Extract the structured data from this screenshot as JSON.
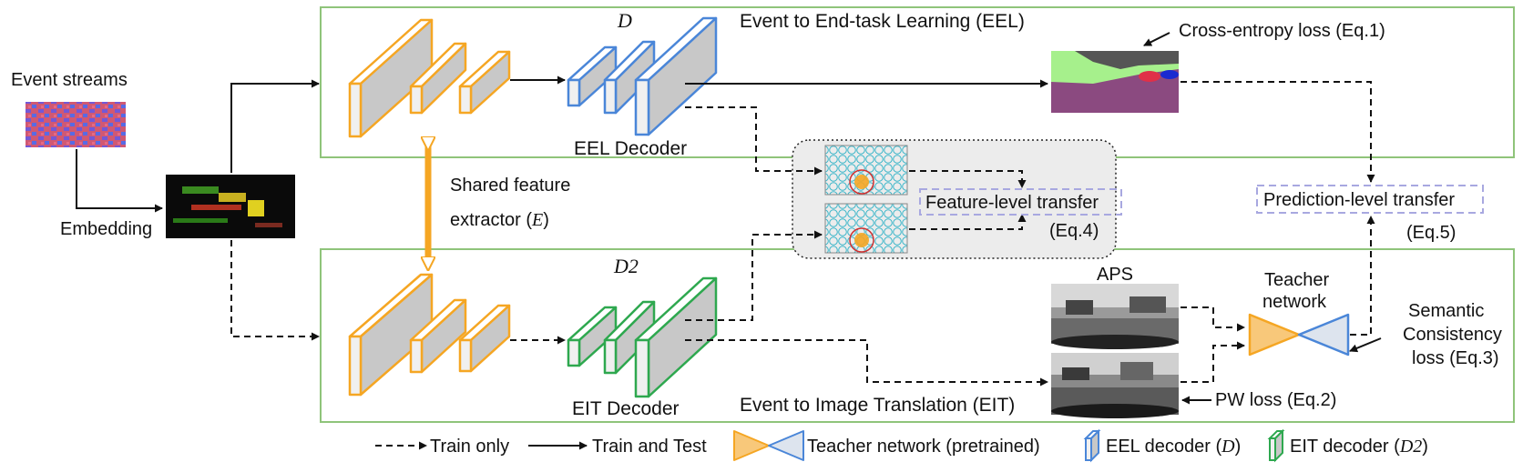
{
  "labels": {
    "event_streams": "Event streams",
    "embedding": "Embedding",
    "d_symbol": "D",
    "d2_symbol": "D2",
    "eel_title": "Event to End-task Learning (EEL)",
    "eel_decoder": "EEL Decoder",
    "cross_entropy": "Cross-entropy loss (Eq.1)",
    "shared_1": "Shared feature",
    "shared_2": "extractor (",
    "shared_E": "E",
    "shared_close": ")",
    "feature_transfer": "Feature-level transfer",
    "eq4": "(Eq.4)",
    "prediction_transfer": "Prediction-level transfer",
    "eq5": "(Eq.5)",
    "aps": "APS",
    "teacher_1": "Teacher",
    "teacher_2": "network",
    "semantic_1": "Semantic",
    "semantic_2": "Consistency",
    "semantic_3": "loss (Eq.3)",
    "eit_decoder": "EIT Decoder",
    "eit_title": "Event to Image Translation (EIT)",
    "pw_loss": "PW loss (Eq.2)"
  },
  "legend": {
    "train_only": "Train only",
    "train_and_test": "Train and Test",
    "teacher": "Teacher network (pretrained)",
    "eel_decoder": "EEL decoder (",
    "eel_sym": "D",
    "eit_decoder": "EIT decoder (",
    "eit_sym": "D2",
    "close": ")"
  },
  "colors": {
    "eel_frame": "#8fc47a",
    "eit_frame": "#8fc47a",
    "encoder": "#f5a623",
    "eel_decoder": "#4a86d8",
    "eit_decoder": "#2ea84f",
    "block_face": "#c8c8c8",
    "transfer_box": "#a8a8e0",
    "shared_arrow": "#f5a623",
    "seg_green": "#a6f08c",
    "seg_gray": "#555555",
    "seg_purple": "#8b4a80"
  }
}
